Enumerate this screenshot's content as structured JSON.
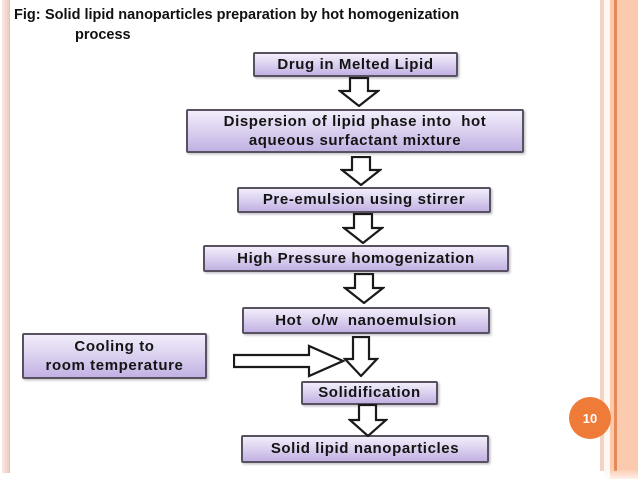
{
  "slide": {
    "title_prefix": "Fig:",
    "title_line1": "Solid lipid nanoparticles preparation by hot homogenization",
    "title_line2": "process",
    "page_number": "10"
  },
  "flowchart": {
    "steps": [
      {
        "line1": "Drug in Melted Lipid"
      },
      {
        "line1": "Dispersion of lipid phase into  hot",
        "line2": "aqueous surfactant mixture"
      },
      {
        "line1": "Pre-emulsion using stirrer"
      },
      {
        "line1": "High Pressure homogenization"
      },
      {
        "line1": "Hot  o/w  nanoemulsion"
      },
      {
        "line1": "Solidification"
      },
      {
        "line1": "Solid lipid nanoparticles"
      }
    ],
    "side_step": {
      "line1": "Cooling to",
      "line2": "room temperature"
    }
  },
  "colors": {
    "box_fill_top": "#f2edfb",
    "box_fill_bottom": "#c2b1e3",
    "box_border": "#585260",
    "arrow_outline": "#1a1a1a",
    "accent_orange": "#ef7b39",
    "stripe_salmon": "#fbc9ad",
    "stripe_orange_line": "#e28b58",
    "stripe_pink": "#f3d3c3",
    "left_stripe_pink": "#f9e9e1"
  }
}
